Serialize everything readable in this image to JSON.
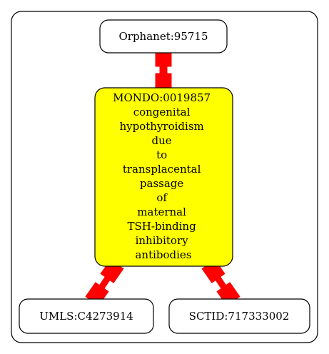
{
  "colors": {
    "background": "#ffffff",
    "cluster_border": "#000000",
    "node_border": "#000000",
    "node_fill_default": "#ffffff",
    "node_fill_focus": "#ffff00",
    "edge": "#ff0000"
  },
  "nodes": {
    "orphanet": {
      "label": "Orphanet:95715"
    },
    "mondo": {
      "lines": [
        "MONDO:0019857",
        "congenital",
        "hypothyroidism",
        "due",
        "to",
        "transplacental",
        "passage",
        "of",
        "maternal",
        "TSH-binding",
        "inhibitory",
        "antibodies"
      ]
    },
    "umls": {
      "label": "UMLS:C4273914"
    },
    "sctid": {
      "label": "SCTID:717333002"
    }
  }
}
